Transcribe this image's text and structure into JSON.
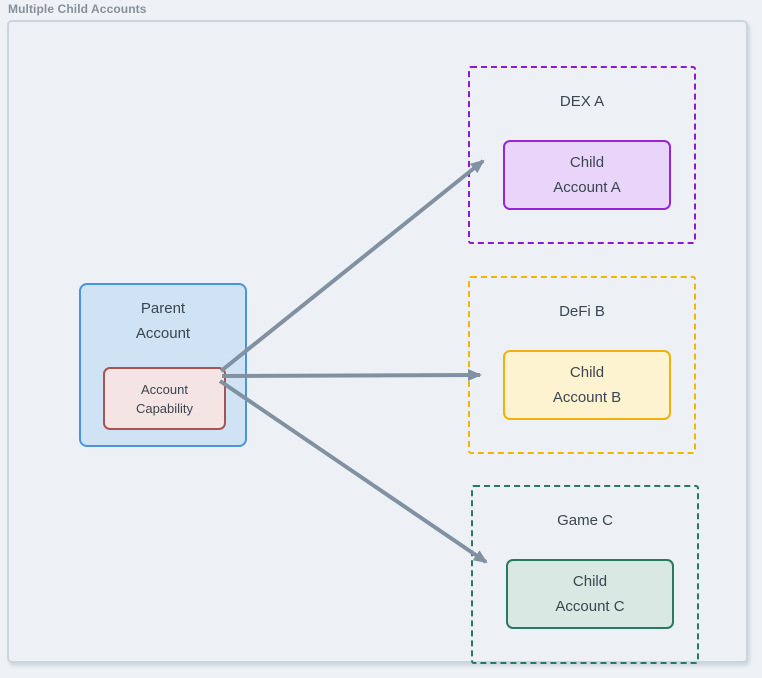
{
  "page": {
    "title": "Multiple Child Accounts"
  },
  "diagram": {
    "parent": {
      "title": "Parent\nAccount",
      "capability_label": "Account\nCapability"
    },
    "groups": [
      {
        "label": "DEX A",
        "child_label": "Child\nAccount A"
      },
      {
        "label": "DeFi B",
        "child_label": "Child\nAccount B"
      },
      {
        "label": "Game C",
        "child_label": "Child\nAccount C"
      }
    ],
    "colors": {
      "page_background": "#eef2f6",
      "panel_background": "#edf1f5",
      "panel_border": "#ccd5de",
      "title_text": "#87909a",
      "node_text": "#3a4650",
      "parent_fill": "#cfe3f5",
      "parent_border": "#4a93dd",
      "capability_fill": "#f5e4e4",
      "capability_border": "#a85552",
      "group_a_accent": "#8d1ad2",
      "group_a_child_fill": "#e9d5f9",
      "group_a_child_border": "#9826d9",
      "group_b_accent": "#f2b600",
      "group_b_child_fill": "#fdf3d0",
      "group_b_child_border": "#f0b10c",
      "group_c_accent": "#27795f",
      "group_c_child_fill": "#d9e8e2",
      "group_c_child_border": "#27795f",
      "arrow": "#8191a1"
    }
  }
}
